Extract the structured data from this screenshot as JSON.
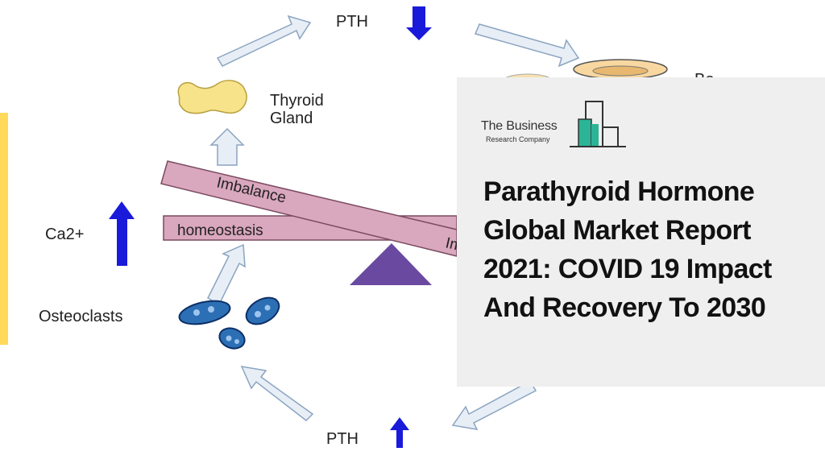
{
  "diagram": {
    "labels": {
      "pth_top": "PTH",
      "pth_bottom": "PTH",
      "thyroid": "Thyroid\nGland",
      "ca2": "Ca2+",
      "osteoclasts": "Osteoclasts",
      "bone_partial": "Bo",
      "beam_upper": "Imbalance",
      "beam_upper_partial": "Im",
      "beam_lower": "homeostasis"
    },
    "colors": {
      "arrow_fill": "#e8eef6",
      "arrow_stroke": "#8aa4c0",
      "pth_arrow": "#1a1adb",
      "beam_fill": "#d9a7be",
      "beam_stroke": "#7a4a60",
      "fulcrum": "#6a4aa0",
      "cell_fill": "#2c6fb5",
      "cell_dark": "#0d2f66",
      "gland_fill": "#f7e38a",
      "bone_fill": "#f8d8a0"
    },
    "directions": {
      "pth_top": "down",
      "pth_bottom": "up",
      "ca2": "up"
    }
  },
  "panel": {
    "logo_main": "The Business",
    "logo_sub": "Research Company",
    "title": "Parathyroid Hormone Global Market Report 2021: COVID 19 Impact And Recovery To 2030",
    "colors": {
      "background": "#efefef",
      "logo_accent": "#2bb596",
      "logo_dark": "#333333"
    }
  }
}
